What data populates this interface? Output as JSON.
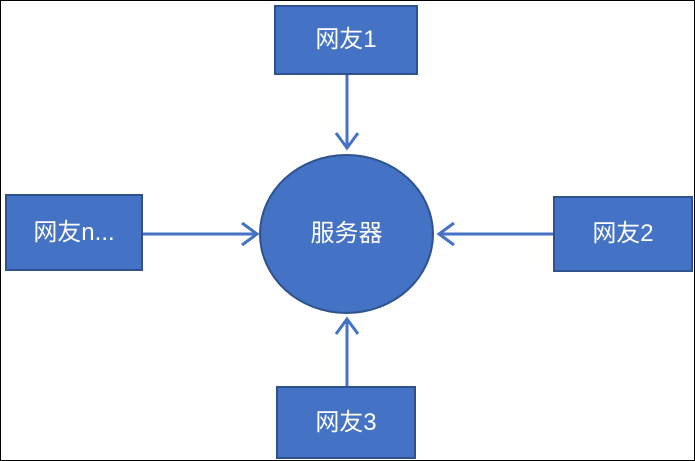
{
  "diagram": {
    "title": "client-server star diagram",
    "nodes": {
      "server": {
        "label": "服务器",
        "shape": "ellipse"
      },
      "netizen1": {
        "label": "网友1",
        "shape": "rect"
      },
      "netizen2": {
        "label": "网友2",
        "shape": "rect"
      },
      "netizen3": {
        "label": "网友3",
        "shape": "rect"
      },
      "netizenN": {
        "label": "网友n...",
        "shape": "rect"
      }
    },
    "connections": [
      {
        "from": "网友1",
        "to": "服务器",
        "arrow": "open"
      },
      {
        "from": "网友2",
        "to": "服务器",
        "arrow": "open"
      },
      {
        "from": "网友3",
        "to": "服务器",
        "arrow": "open"
      },
      {
        "from": "网友n...",
        "to": "服务器",
        "arrow": "open"
      }
    ],
    "colors": {
      "node_fill": "#4472c4",
      "node_border": "#2f528f",
      "arrow": "#4472c4",
      "text": "#ffffff",
      "background": "#ffffff",
      "frame_border": "#000000"
    }
  }
}
